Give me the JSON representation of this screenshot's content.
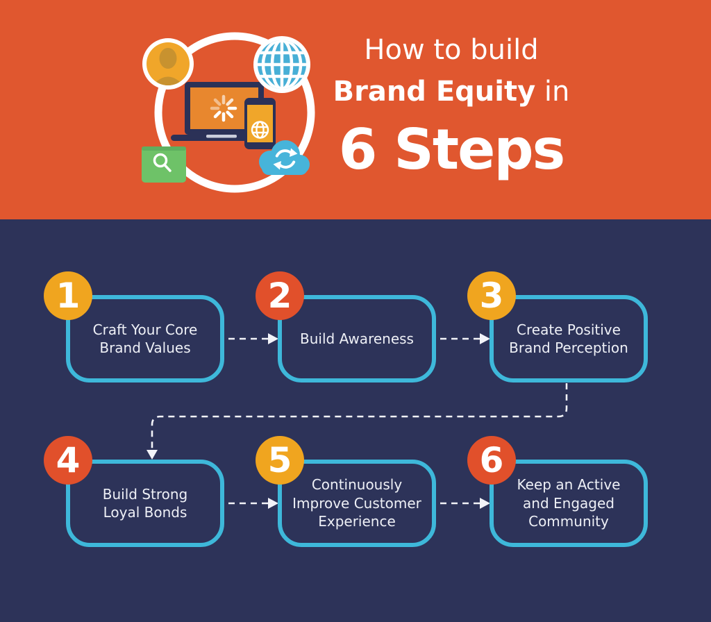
{
  "header": {
    "title_line1": "How to build",
    "title_line2_bold": "Brand Equity",
    "title_line2_suffix": " in",
    "title_line3": "6 Steps",
    "illustration_icons": [
      "circle-ring",
      "user-avatar",
      "globe",
      "laptop-loading-spinner",
      "smartphone-globe",
      "search-folder",
      "cloud-sync"
    ]
  },
  "flow": {
    "steps": [
      {
        "number": "1",
        "label": "Craft Your Core\nBrand Values",
        "badge_color": "#F0A51F"
      },
      {
        "number": "2",
        "label": "Build Awareness",
        "badge_color": "#E1502B"
      },
      {
        "number": "3",
        "label": "Create Positive\nBrand Perception",
        "badge_color": "#F0A51F"
      },
      {
        "number": "4",
        "label": "Build Strong\nLoyal Bonds",
        "badge_color": "#E1502B"
      },
      {
        "number": "5",
        "label": "Continuously\nImprove Customer\nExperience",
        "badge_color": "#F0A51F"
      },
      {
        "number": "6",
        "label": "Keep an Active\nand Engaged\nCommunity",
        "badge_color": "#E1502B"
      }
    ]
  },
  "colors": {
    "header_bg": "#E0572F",
    "body_bg": "#2D3359",
    "box_border": "#3EB8DA",
    "connector": "#F2F3F8",
    "badge_yellow": "#F0A51F",
    "badge_red": "#E1502B",
    "text_white": "#FFFFFF",
    "illustration_blue": "#47B0D8",
    "illustration_green": "#6EC268",
    "illustration_yellow": "#F0A62A",
    "laptop_screen_orange": "#E8872E",
    "device_dark": "#2B3157"
  }
}
